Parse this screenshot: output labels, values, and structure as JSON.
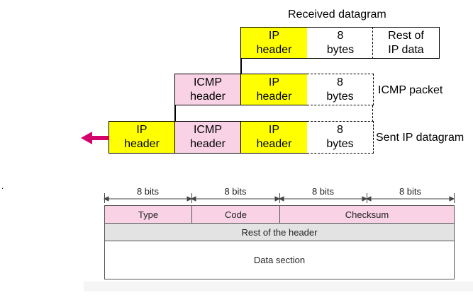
{
  "top_diagram": {
    "received_label": "Received datagram",
    "icmp_packet_label": "ICMP packet",
    "sent_label": "Sent IP datagram",
    "row1": {
      "ip_header": "IP\nheader",
      "eight_bytes": "8\nbytes",
      "rest": "Rest of\nIP data"
    },
    "row2": {
      "icmp_header": "ICMP\nheader",
      "ip_header": "IP\nheader",
      "eight_bytes": "8\nbytes"
    },
    "row3": {
      "ip_header_outer": "IP\nheader",
      "icmp_header": "ICMP\nheader",
      "ip_header": "IP\nheader",
      "eight_bytes": "8\nbytes"
    }
  },
  "format": {
    "bits": [
      "8 bits",
      "8 bits",
      "8 bits",
      "8 bits"
    ],
    "type": "Type",
    "code": "Code",
    "checksum": "Checksum",
    "rest_of_header": "Rest of the header",
    "data_section": "Data section"
  },
  "colors": {
    "ip_header": "#ffff00",
    "icmp_header": "#f9d2e6",
    "arrow": "#d4006a",
    "rest_of_header": "#e3e3e3"
  }
}
